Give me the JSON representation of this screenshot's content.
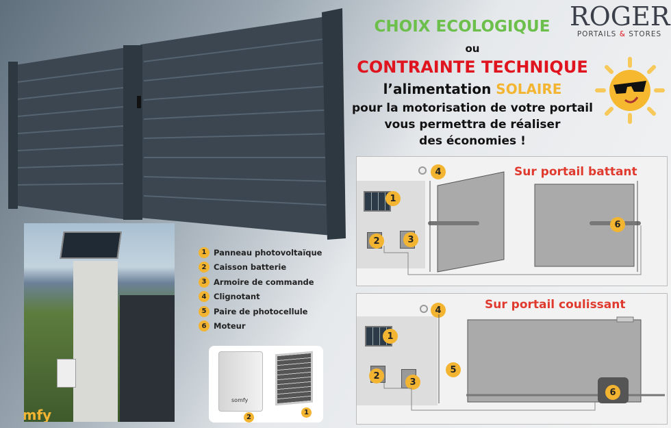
{
  "headline": {
    "line1": "CHOIX ECOLOGIQUE",
    "line2": "ou",
    "line3": "CONTRAINTE TECHNIQUE",
    "line4_prefix": "l’alimentation",
    "line4_highlight": "SOLAIRE",
    "line5": "pour la motorisation de votre portail",
    "line6": "vous permettra de réaliser",
    "line7": "des économies !"
  },
  "brand": {
    "name": "ROGER",
    "tagline_a": "PORTAILS",
    "tagline_amp": "&",
    "tagline_b": "STORES"
  },
  "legend": [
    {
      "num": "1",
      "label": "Panneau photovoltaïque"
    },
    {
      "num": "2",
      "label": "Caisson batterie"
    },
    {
      "num": "3",
      "label": "Armoire de commande"
    },
    {
      "num": "4",
      "label": "Clignotant"
    },
    {
      "num": "5",
      "label": "Paire de photocellule"
    },
    {
      "num": "6",
      "label": "Moteur"
    }
  ],
  "product": {
    "box_badge": "2",
    "panel_badge": "1",
    "box_brand": "somfy"
  },
  "photo": {
    "brand": "somfy"
  },
  "diagram_battant": {
    "title": "Sur portail battant",
    "b1": "1",
    "b2": "2",
    "b3": "3",
    "b4": "4",
    "b6": "6"
  },
  "diagram_coulissant": {
    "title": "Sur portail coulissant",
    "b1": "1",
    "b2": "2",
    "b3": "3",
    "b4": "4",
    "b5": "5",
    "b6": "6"
  },
  "colors": {
    "green": "#6cbf4b",
    "red": "#e0141e",
    "solar": "#f3b531",
    "badge": "#f3b531",
    "gate": "#3b4650"
  }
}
